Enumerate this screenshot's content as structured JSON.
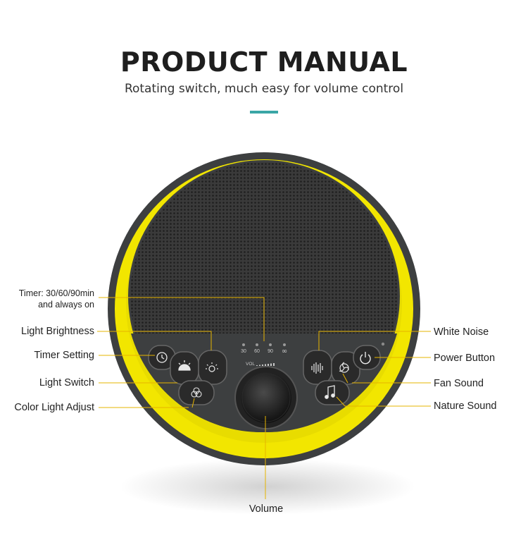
{
  "header": {
    "title": "PRODUCT MANUAL",
    "subtitle": "Rotating switch, much easy for volume control"
  },
  "colors": {
    "accent": "#3aa6a6",
    "ring": "#f2e600",
    "body": "#3d3f40",
    "label_line": "#e6b400"
  },
  "device": {
    "timer_marks": [
      "30",
      "60",
      "90",
      "∞"
    ],
    "vol_label": "VOL"
  },
  "labels": {
    "timer_line1": "Timer: 30/60/90min",
    "timer_line2": "and always on",
    "light_brightness": "Light Brightness",
    "timer_setting": "Timer Setting",
    "light_switch": "Light Switch",
    "color_light_adjust": "Color Light Adjust",
    "white_noise": "White Noise",
    "power_button": "Power Button",
    "fan_sound": "Fan Sound",
    "nature_sound": "Nature Sound",
    "volume": "Volume"
  },
  "icons": {
    "timer": "timer-icon",
    "light_switch": "lamp-icon",
    "brightness": "sun-icon",
    "color_light": "color-light-icon",
    "white_noise": "soundwave-icon",
    "fan": "fan-icon",
    "power": "power-icon",
    "nature": "music-note-icon"
  }
}
